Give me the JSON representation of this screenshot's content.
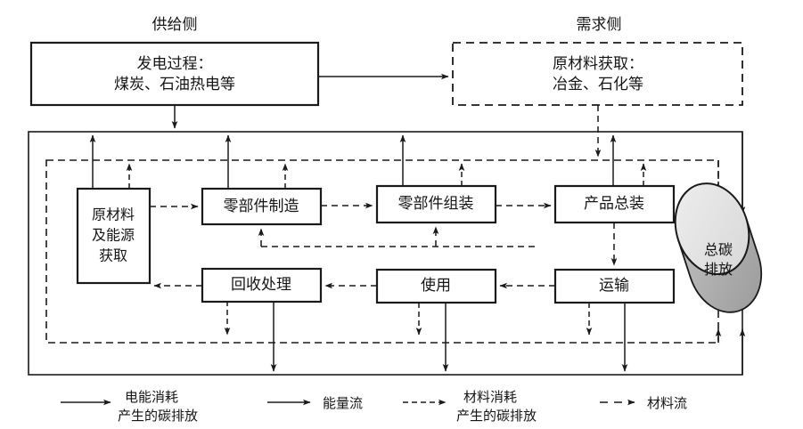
{
  "diagram": {
    "title_supply": "供给侧",
    "title_demand": "需求侧",
    "supply_box": {
      "line1": "发电过程：",
      "line2": "煤炭、石油热电等"
    },
    "demand_box": {
      "line1": "原材料获取：",
      "line2": "冶金、石化等"
    },
    "nodes": {
      "raw_material": {
        "line1": "原材料",
        "line2": "及能源",
        "line3": "获取"
      },
      "part_manufacture": {
        "label": "零部件制造"
      },
      "part_assembly": {
        "label": "零部件组装"
      },
      "product_assembly": {
        "label": "产品总装"
      },
      "recycling": {
        "label": "回收处理"
      },
      "use": {
        "label": "使用"
      },
      "transport": {
        "label": "运输"
      }
    },
    "cylinder": {
      "line1": "总碳",
      "line2": "排放"
    },
    "legend": [
      {
        "key": "electricity-emission",
        "style": "solid",
        "line1": "电能消耗",
        "line2": "产生的碳排放"
      },
      {
        "key": "energy-flow",
        "style": "solid",
        "line1": "能量流",
        "line2": ""
      },
      {
        "key": "material-emission",
        "style": "dashed",
        "line1": "材料消耗",
        "line2": "产生的碳排放"
      },
      {
        "key": "material-flow",
        "style": "dashed",
        "line1": "材料流",
        "line2": ""
      }
    ],
    "colors": {
      "stroke": "#1a1a1a",
      "background": "#ffffff",
      "cylinder_front": "#e2e2e2",
      "cylinder_back": "#a8a8a8",
      "box_fill": "#ffffff"
    }
  }
}
